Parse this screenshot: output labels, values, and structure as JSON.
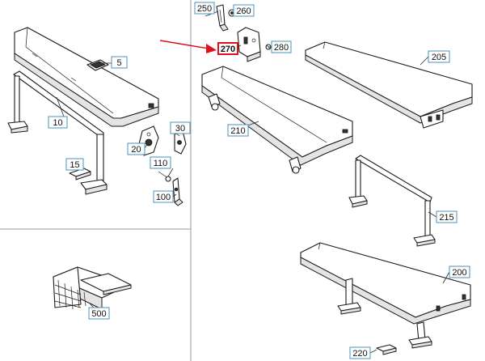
{
  "diagram": {
    "highlight_color": "#e0101c",
    "callout_color": "#4a90b8",
    "callouts": [
      {
        "id": "5",
        "label": "5"
      },
      {
        "id": "10",
        "label": "10"
      },
      {
        "id": "15",
        "label": "15"
      },
      {
        "id": "20",
        "label": "20"
      },
      {
        "id": "30",
        "label": "30"
      },
      {
        "id": "100",
        "label": "100"
      },
      {
        "id": "110",
        "label": "110"
      },
      {
        "id": "200",
        "label": "200"
      },
      {
        "id": "205",
        "label": "205"
      },
      {
        "id": "210",
        "label": "210"
      },
      {
        "id": "215",
        "label": "215"
      },
      {
        "id": "220",
        "label": "220"
      },
      {
        "id": "250",
        "label": "250"
      },
      {
        "id": "260",
        "label": "260"
      },
      {
        "id": "270",
        "label": "270",
        "highlighted": true
      },
      {
        "id": "280",
        "label": "280"
      },
      {
        "id": "500",
        "label": "500"
      }
    ]
  }
}
